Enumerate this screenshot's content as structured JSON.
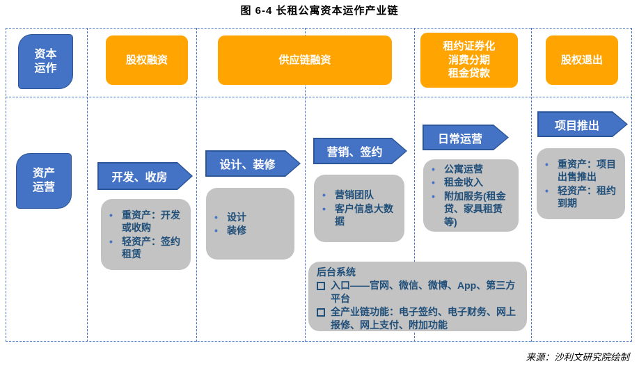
{
  "title": "图 6-4 长租公寓资本运作产业链",
  "source": "来源：沙利文研究院绘制",
  "colors": {
    "blue": "#4472C4",
    "blue_dark": "#2C5698",
    "orange": "#FFA400",
    "gray_box": "#C3C3C3",
    "dark_blue_text": "#1F4E79"
  },
  "row_labels": {
    "capital": "资本\n运作",
    "operation": "资产\n运营"
  },
  "capital_stages": [
    {
      "label": "股权融资"
    },
    {
      "label": "供应链融资"
    },
    {
      "label": "租约证券化\n消费分期\n租金贷款"
    },
    {
      "label": "股权退出"
    }
  ],
  "operation_stages": [
    {
      "arrow": "开发、收房",
      "bullets": [
        "重资产：开发或收购",
        "轻资产：签约租赁"
      ]
    },
    {
      "arrow": "设计、装修",
      "bullets": [
        "设计",
        "装修"
      ]
    },
    {
      "arrow": "营销、签约",
      "bullets": [
        "营销团队",
        "客户信息大数据"
      ]
    },
    {
      "arrow": "日常运营",
      "bullets": [
        "公寓运营",
        "租金收入",
        "附加服务(租金贷、家具租赁等)"
      ]
    },
    {
      "arrow": "项目推出",
      "bullets": [
        "重资产：项目出售推出",
        "轻资产：租约到期"
      ]
    }
  ],
  "backend": {
    "title": "后台系统",
    "items": [
      "入口——官网、微信、微博、App、第三方平台",
      "全产业链功能：电子签约、电子财务、网上报修、网上支付、附加功能"
    ]
  }
}
